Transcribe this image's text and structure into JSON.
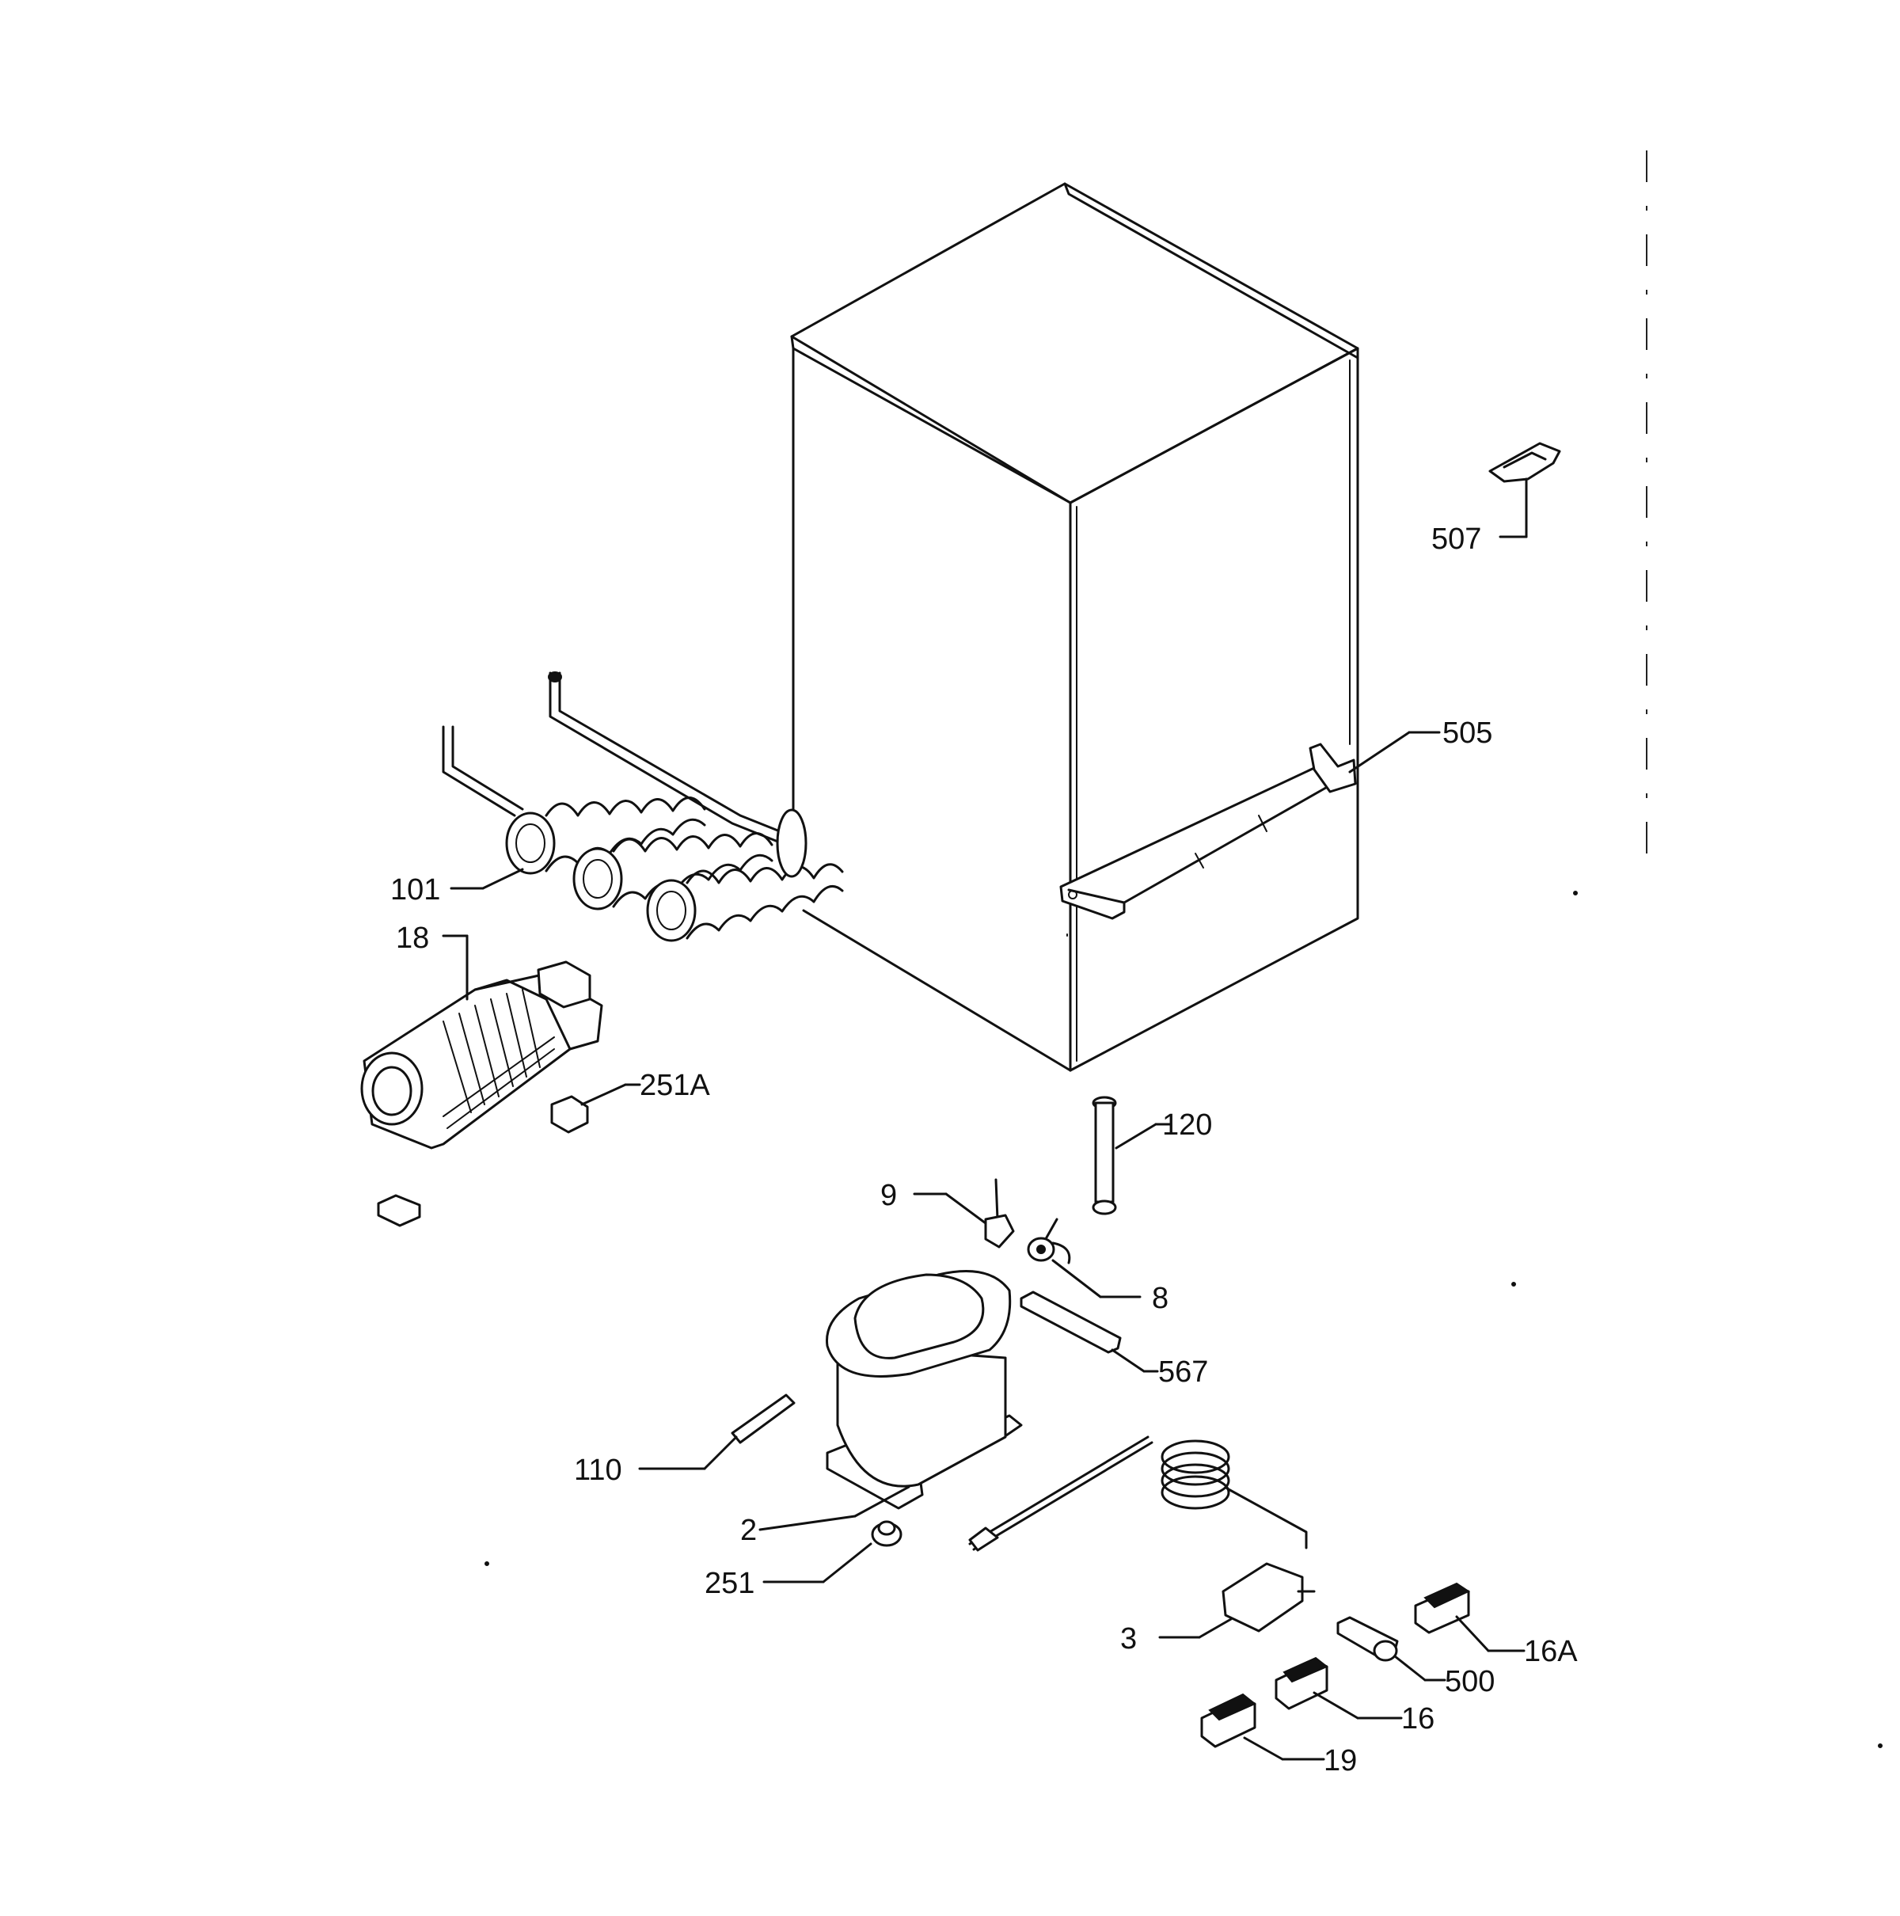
{
  "labels": {
    "p507": "507",
    "p505": "505",
    "p101": "101",
    "p18": "18",
    "p251A": "251A",
    "p120": "120",
    "p9": "9",
    "p8": "8",
    "p567": "567",
    "p110": "110",
    "p2": "2",
    "p251": "251",
    "p3": "3",
    "p16A": "16A",
    "p500": "500",
    "p16": "16",
    "p19": "19"
  }
}
